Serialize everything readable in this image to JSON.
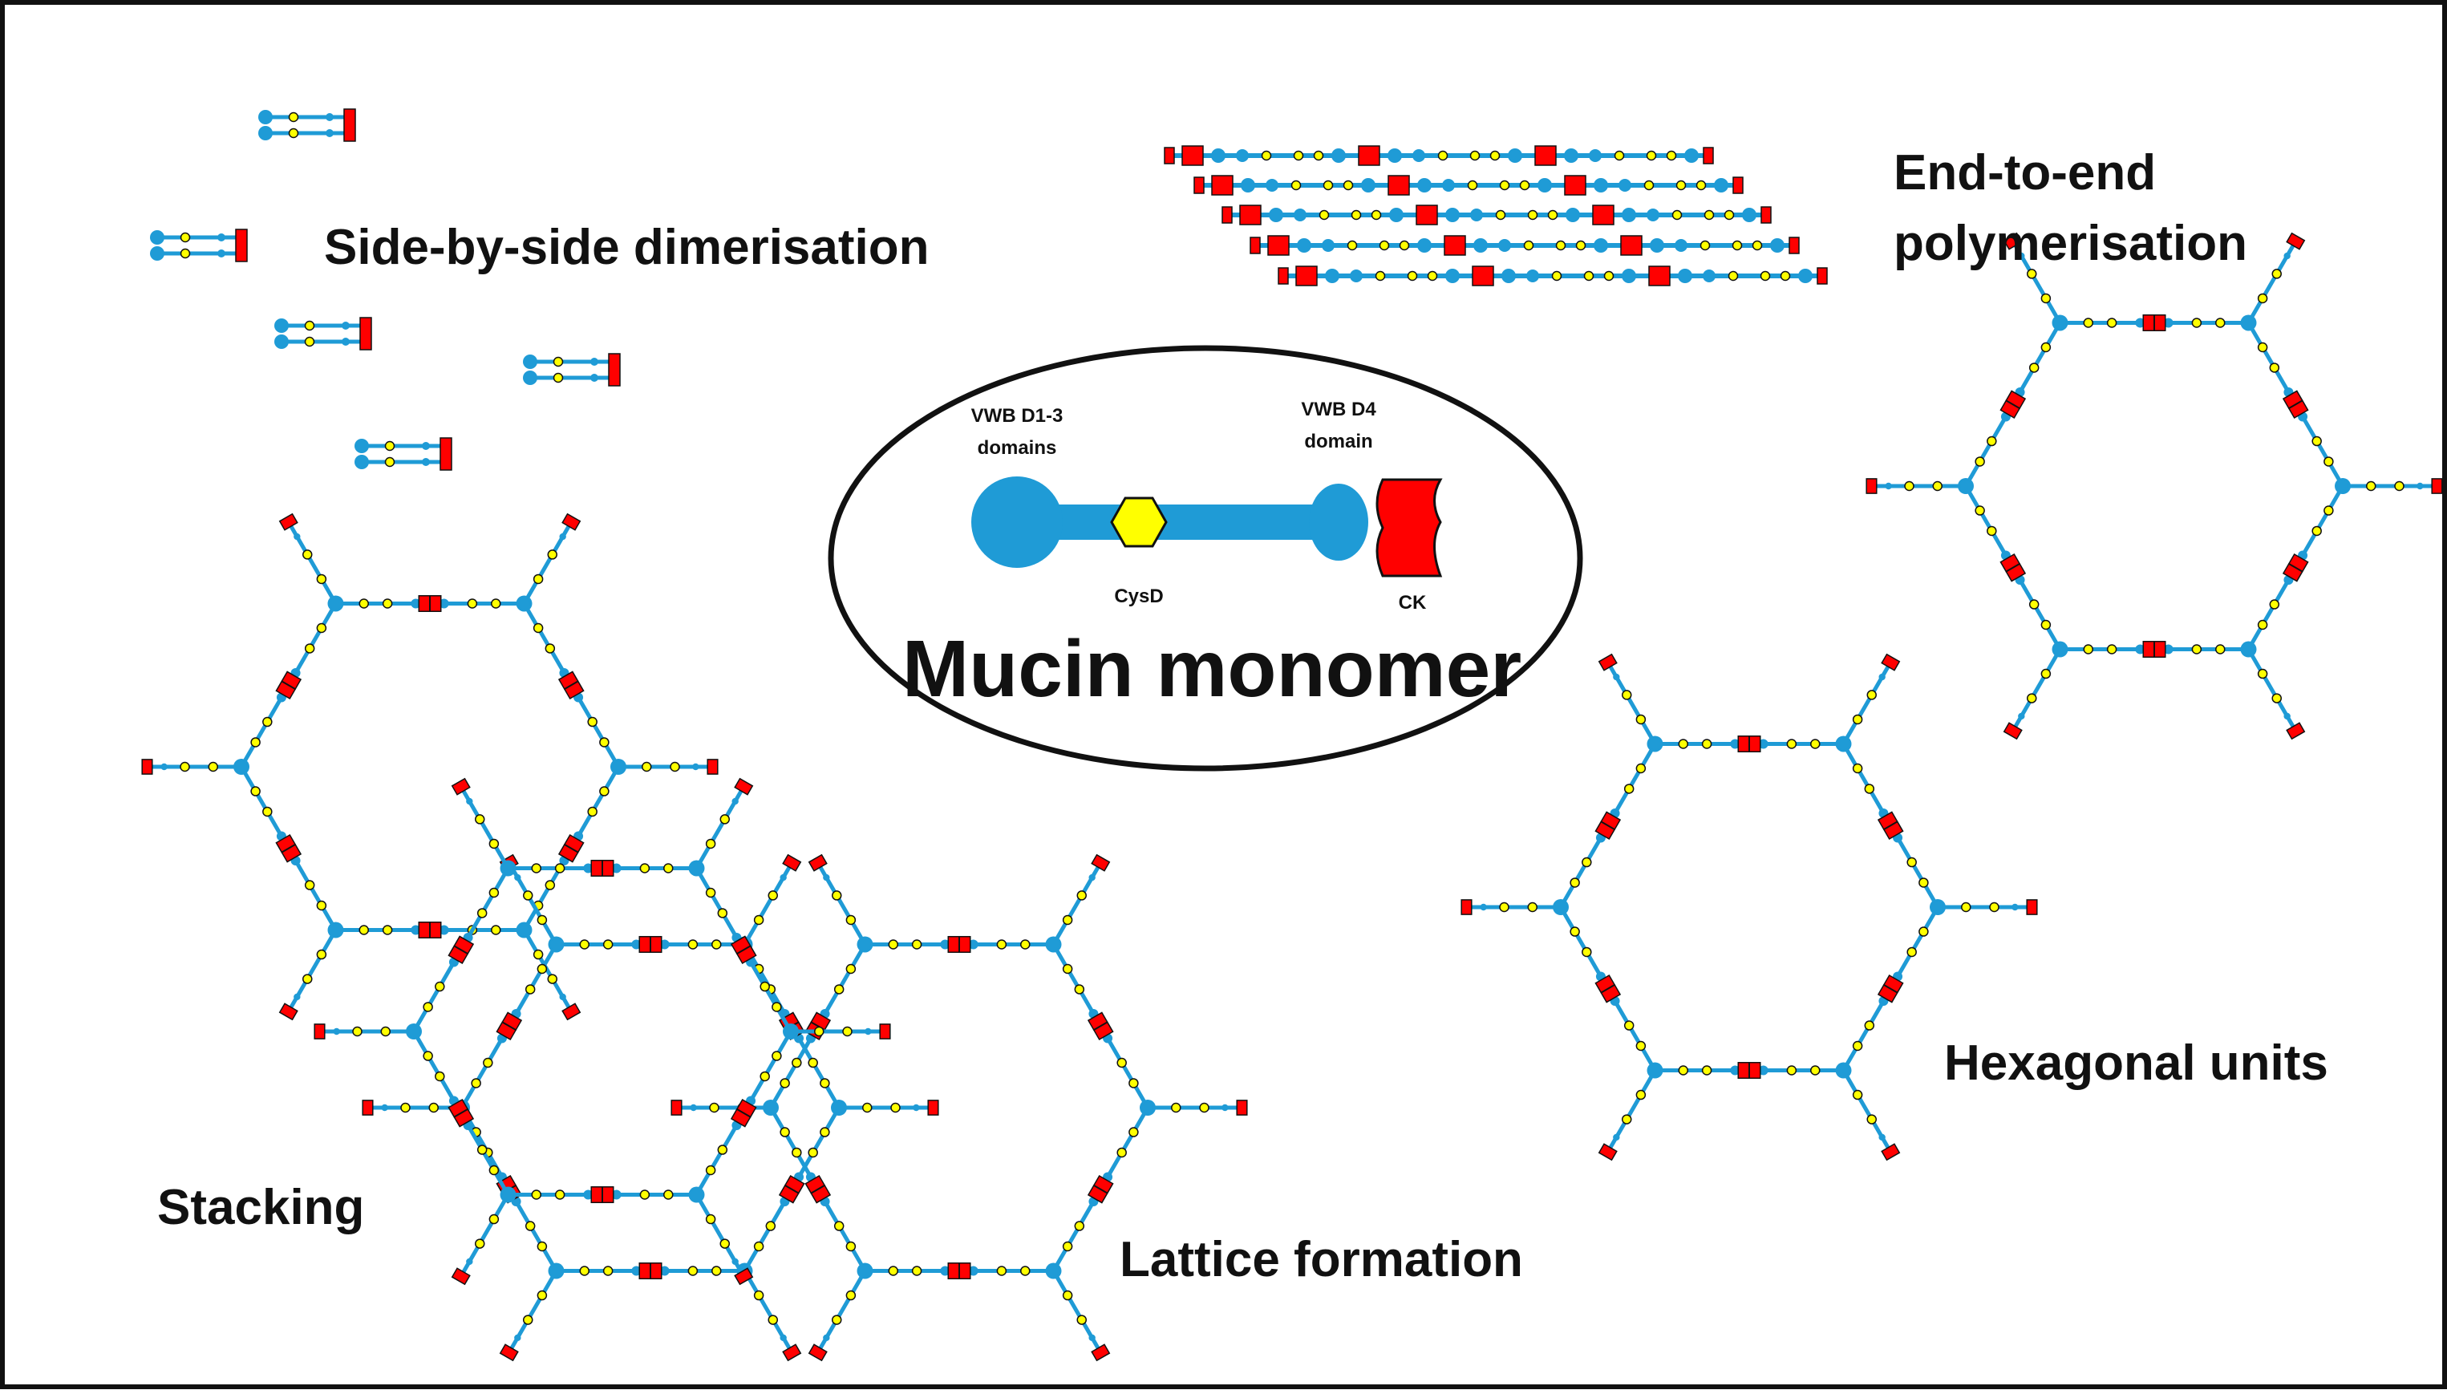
{
  "labels": {
    "side_by_side": "Side-by-side dimerisation",
    "end_to_end_1": "End-to-end",
    "end_to_end_2": "polymerisation",
    "hexagonal": "Hexagonal units",
    "stacking": "Stacking",
    "lattice": "Lattice formation"
  },
  "monomer": {
    "title": "Mucin monomer",
    "vwb_d13_line1": "VWB D1-3",
    "vwb_d13_line2": "domains",
    "vwb_d4_line1": "VWB D4",
    "vwb_d4_line2": "domain",
    "cysd": "CysD",
    "ck": "CK"
  },
  "colors": {
    "mucin_blue": "#1f9bd6",
    "cysd_yellow": "#ffff00",
    "ck_red": "#ff0000",
    "outline": "#111111"
  }
}
